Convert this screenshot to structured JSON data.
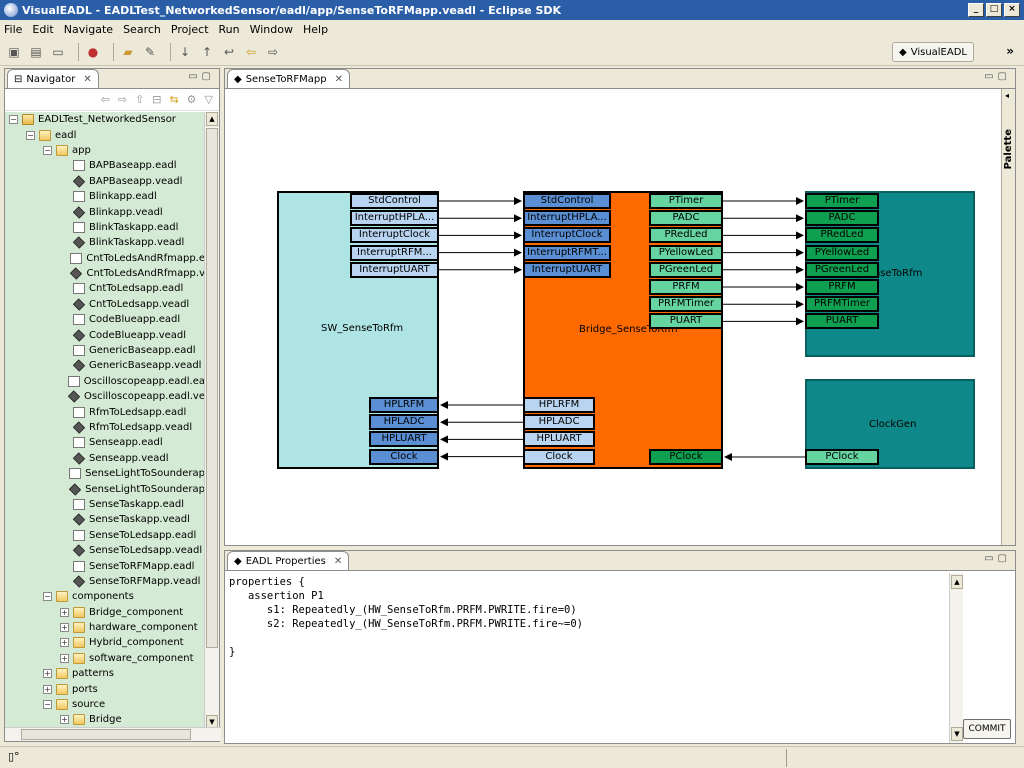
{
  "window": {
    "title": "VisualEADL - EADLTest_NetworkedSensor/eadl/app/SenseToRFMapp.veadl - Eclipse SDK"
  },
  "menu": [
    "File",
    "Edit",
    "Navigate",
    "Search",
    "Project",
    "Run",
    "Window",
    "Help"
  ],
  "perspective": {
    "label": "VisualEADL"
  },
  "navigator": {
    "tab_label": "Navigator",
    "tree": [
      {
        "label": "EADLTest_NetworkedSensor",
        "depth": 0,
        "icon": "project",
        "exp": "-"
      },
      {
        "label": "eadl",
        "depth": 1,
        "icon": "folder",
        "exp": "-"
      },
      {
        "label": "app",
        "depth": 2,
        "icon": "folder",
        "exp": "-"
      },
      {
        "label": "BAPBaseapp.eadl",
        "depth": 3,
        "icon": "file"
      },
      {
        "label": "BAPBaseapp.veadl",
        "depth": 3,
        "icon": "veadl"
      },
      {
        "label": "Blinkapp.eadl",
        "depth": 3,
        "icon": "file"
      },
      {
        "label": "Blinkapp.veadl",
        "depth": 3,
        "icon": "veadl"
      },
      {
        "label": "BlinkTaskapp.eadl",
        "depth": 3,
        "icon": "file"
      },
      {
        "label": "BlinkTaskapp.veadl",
        "depth": 3,
        "icon": "veadl"
      },
      {
        "label": "CntToLedsAndRfmapp.e",
        "depth": 3,
        "icon": "file"
      },
      {
        "label": "CntToLedsAndRfmapp.v",
        "depth": 3,
        "icon": "veadl"
      },
      {
        "label": "CntToLedsapp.eadl",
        "depth": 3,
        "icon": "file"
      },
      {
        "label": "CntToLedsapp.veadl",
        "depth": 3,
        "icon": "veadl"
      },
      {
        "label": "CodeBlueapp.eadl",
        "depth": 3,
        "icon": "file"
      },
      {
        "label": "CodeBlueapp.veadl",
        "depth": 3,
        "icon": "veadl"
      },
      {
        "label": "GenericBaseapp.eadl",
        "depth": 3,
        "icon": "file"
      },
      {
        "label": "GenericBaseapp.veadl",
        "depth": 3,
        "icon": "veadl"
      },
      {
        "label": "Oscilloscopeapp.eadl.ea",
        "depth": 3,
        "icon": "file"
      },
      {
        "label": "Oscilloscopeapp.eadl.ve",
        "depth": 3,
        "icon": "veadl"
      },
      {
        "label": "RfmToLedsapp.eadl",
        "depth": 3,
        "icon": "file"
      },
      {
        "label": "RfmToLedsapp.veadl",
        "depth": 3,
        "icon": "veadl"
      },
      {
        "label": "Senseapp.eadl",
        "depth": 3,
        "icon": "file"
      },
      {
        "label": "Senseapp.veadl",
        "depth": 3,
        "icon": "veadl"
      },
      {
        "label": "SenseLightToSounderap",
        "depth": 3,
        "icon": "file"
      },
      {
        "label": "SenseLightToSounderap",
        "depth": 3,
        "icon": "veadl"
      },
      {
        "label": "SenseTaskapp.eadl",
        "depth": 3,
        "icon": "file"
      },
      {
        "label": "SenseTaskapp.veadl",
        "depth": 3,
        "icon": "veadl"
      },
      {
        "label": "SenseToLedsapp.eadl",
        "depth": 3,
        "icon": "file"
      },
      {
        "label": "SenseToLedsapp.veadl",
        "depth": 3,
        "icon": "veadl"
      },
      {
        "label": "SenseToRFMapp.eadl",
        "depth": 3,
        "icon": "file"
      },
      {
        "label": "SenseToRFMapp.veadl",
        "depth": 3,
        "icon": "veadl"
      },
      {
        "label": "components",
        "depth": 2,
        "icon": "folder",
        "exp": "-"
      },
      {
        "label": "Bridge_component",
        "depth": 3,
        "icon": "folder",
        "exp": "+"
      },
      {
        "label": "hardware_component",
        "depth": 3,
        "icon": "folder",
        "exp": "+"
      },
      {
        "label": "Hybrid_component",
        "depth": 3,
        "icon": "folder",
        "exp": "+"
      },
      {
        "label": "software_component",
        "depth": 3,
        "icon": "folder",
        "exp": "+"
      },
      {
        "label": "patterns",
        "depth": 2,
        "icon": "folder",
        "exp": "+"
      },
      {
        "label": "ports",
        "depth": 2,
        "icon": "folder",
        "exp": "+"
      },
      {
        "label": "source",
        "depth": 2,
        "icon": "folder",
        "exp": "-"
      },
      {
        "label": "Bridge",
        "depth": 3,
        "icon": "folder",
        "exp": "+"
      }
    ]
  },
  "editor": {
    "tab_label": "SenseToRFMapp",
    "palette_label": "Palette",
    "blocks": {
      "sw": "SW_SenseToRfm",
      "bridge": "Bridge_SenseToRfm",
      "hw": "HW_SenseToRfm",
      "clockgen": "ClockGen"
    },
    "sw_ports_top": [
      "StdControl",
      "InterruptHPLA...",
      "InterruptClock",
      "InterruptRFM...",
      "InterruptUART"
    ],
    "sw_ports_bottom": [
      "HPLRFM",
      "HPLADC",
      "HPLUART",
      "Clock"
    ],
    "bridge_left_top": [
      "StdControl",
      "InterruptHPLA...",
      "InterruptClock",
      "InterruptRFMT...",
      "InterruptUART"
    ],
    "bridge_left_bottom": [
      "HPLRFM",
      "HPLADC",
      "HPLUART",
      "Clock"
    ],
    "bridge_right": [
      "PTimer",
      "PADC",
      "PRedLed",
      "PYellowLed",
      "PGreenLed",
      "PRFM",
      "PRFMTimer",
      "PUART"
    ],
    "bridge_pclock": "PClock",
    "hw_ports": [
      "PTimer",
      "PADC",
      "PRedLed",
      "PYellowLed",
      "PGreenLed",
      "PRFM",
      "PRFMTimer",
      "PUART"
    ],
    "clockgen_port": "PClock"
  },
  "properties": {
    "tab_label": "EADL Properties",
    "text": "properties {\n   assertion P1\n      s1: Repeatedly_(HW_SenseToRfm.PRFM.PWRITE.fire=0)\n      s2: Repeatedly_(HW_SenseToRfm.PRFM.PWRITE.fire~=0)\n\n}",
    "commit_label": "COMMIT"
  },
  "colors": {
    "sw_block": "#aee4e4",
    "bridge_block": "#ff6a00",
    "hw_block": "#0e8888",
    "nav_bg": "#d4ead4"
  }
}
